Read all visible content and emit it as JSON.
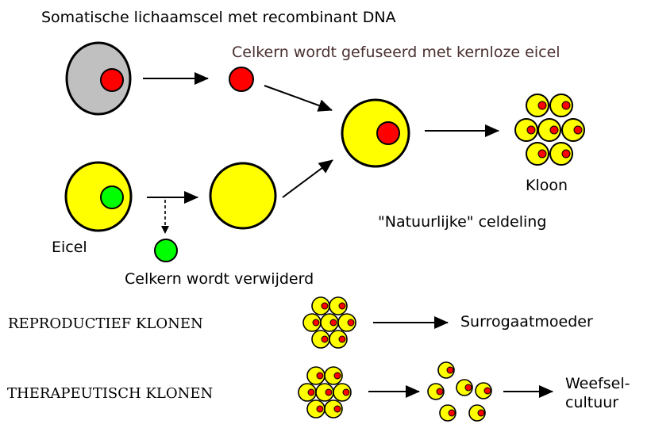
{
  "labels": {
    "somatic_cell": "Somatische lichaamscel met recombinant DNA",
    "nucleus_fused": "Celkern wordt gefuseerd met kernloze eicel",
    "egg_cell": "Eicel",
    "nucleus_removed": "Celkern wordt verwijderd",
    "natural_division": "\"Natuurlijke\" celdeling",
    "clone": "Kloon",
    "reproductive_cloning": "REPRODUCTIEF KLONEN",
    "surrogate_mother": "Surrogaatmoeder",
    "therapeutic_cloning": "THERAPEUTISCH KLONEN",
    "tissue_culture_line1": "Weefsel-",
    "tissue_culture_line2": "cultuur"
  },
  "colors": {
    "somatic_cytoplasm": "#c0c0c0",
    "egg_cytoplasm": "#ffff00",
    "donor_nucleus": "#ff0000",
    "egg_nucleus": "#00ff00",
    "outline": "#000000",
    "annotation_text": "#4a3030"
  }
}
